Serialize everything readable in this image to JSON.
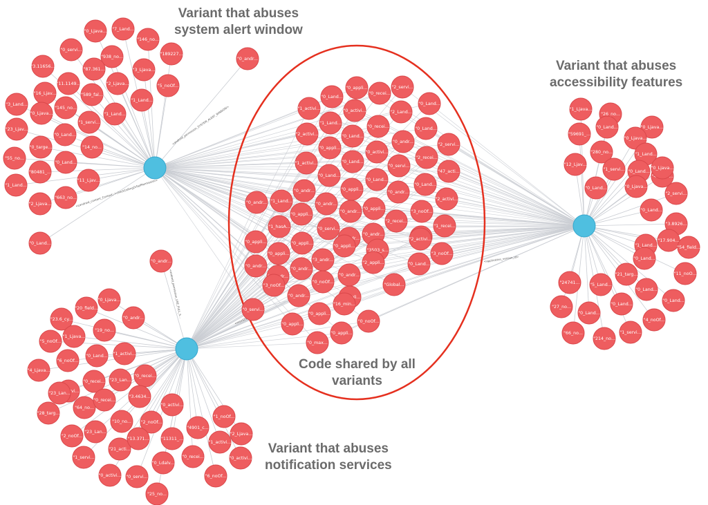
{
  "colors": {
    "node_fill": "#ee5d5f",
    "node_stroke": "#d9474a",
    "hub_fill": "#4fbfe0",
    "hub_stroke": "#36a6cc",
    "edge": "#c9ccd2",
    "highlight_ellipse": "#e5301f",
    "caption_text": "#6b6b6b"
  },
  "captions": {
    "system_alert": [
      "Variant that abuses",
      "system alert window"
    ],
    "accessibility": [
      "Variant that abuses",
      "accessibility features"
    ],
    "notification": [
      "Variant that abuses",
      "notification services"
    ],
    "shared": [
      "Code shared by all",
      "variants"
    ]
  },
  "edge_labels": {
    "system_alert_window": "<android_permission_SYSTEM_ALERT_WINDOW>",
    "can_draw_overlays": "<Landroid_content_Context;->checkCallingOrSelfPermission>",
    "use_full_screen": "<android_permission_USE_FULL_S...",
    "get_id": "<application_version_id>",
    "max_sdk": "<maxSDK>"
  },
  "clusters": {
    "system_alert": {
      "hub_label": "",
      "nodes": [
        "\"0_Ljava...",
        "\"7_Land...",
        "\"0_servi...",
        "\"146_no...",
        "\"3.11656...",
        "\"938_no...",
        "\"189227...",
        "\"87.361...",
        "\"3_Ljava...",
        "\"11.1149...",
        "\"2_Ljava...",
        "\"5_noOf...",
        "\"16_Ljav...",
        "\"589_fal...",
        "\"1_Land...",
        "\"3_Land...",
        "\"0_Ljava...",
        "\"145_no...",
        "\"1_Land...",
        "\"23_Ljav...",
        "\"1_servi...",
        "\"0_Land...",
        "\"0_targe...",
        "\"14_no...",
        "\"55_no...",
        "\"0_Land...",
        "\"80481_...",
        "\"11_Ljav...",
        "\"1_Land...",
        "\"663_no...",
        "\"2_Ljava...",
        "\"0_Land...",
        "\"0_andr..."
      ]
    },
    "shared": {
      "nodes": [
        "\"0_appli...",
        "\"0_Land...",
        "\"0_recei...",
        "\"2_servi...",
        "\"1_activi...",
        "\"0_activi...",
        "\"2_Land...",
        "\"0_Land...",
        "\"1_Land...",
        "\"0_recei...",
        "\"0_Land...",
        "\"2_activi...",
        "\"0_Land...",
        "\"0_andr...",
        "\"2_servi...",
        "\"1_activi...",
        "\"0_Land...",
        "\"0_activi...",
        "\"2_recei...",
        "\"0_appli...",
        "\"0_Land...",
        "\"0_servi...",
        "\"47_acti...",
        "\"0_andr...",
        "\"0_appli...",
        "\"0_Land...",
        "\"0_Land...",
        "\"1_Land...",
        "\"0_andr...",
        "\"0_appli...",
        "\"0_andr...",
        "\"2_activi...",
        "\"3_noOf...",
        "\"0_andr...",
        "\"0_appli...",
        "\"1_hasA...",
        "\"0_andr...",
        "\"0_servi...",
        "\"0_andr...",
        "\"3_noOf...",
        "\"0_appli...",
        "\"0_appli...",
        "\"0_andr...",
        "\"2_recei...",
        "\"1_recei...",
        "\"2_activi...",
        "\"0_andr...",
        "\"0_appli...",
        "\"3_andr...",
        "\"0_appli...",
        "\"3503_s...",
        "\"3_noOf...",
        "\"0_andr...",
        "\"0_andr...",
        "\"0_andr...",
        "\"2_appli...",
        "\"0_Land...",
        "\"3_noOf...",
        "\"0_noOf...",
        "\"Global...",
        "\"0_servi...",
        "\"0_andr...",
        "\"0_appli...",
        "\"16_min...",
        "\"0_appli...",
        "\"0_appli...",
        "\"0_appli...",
        "\"0_noOf...",
        "\"0_max..."
      ]
    },
    "accessibility": {
      "hub_label": "",
      "nodes": [
        "\"1_Ljava...",
        "\"26_no...",
        "\"0_Land...",
        "\"59691_...",
        "\"0_Ljava...",
        "\"0_Ljava...",
        "\"280_no...",
        "\"1_Land...",
        "\"12_Ljav...",
        "\"1_servi...",
        "\"0_Land...",
        "\"0_Ljava...",
        "\"48.718...",
        "\"0_Ljava...",
        "\"2_servi...",
        "\"0_Land...",
        "\"0_Land...",
        "\"3.8926...",
        "\"17.904...",
        "\"1_Land...",
        "\"54_field...",
        "\"0_Land...",
        "\"21_targ...",
        "\"11_noO...",
        "\"24741...",
        "\"5_Land...",
        "\"0_Land...",
        "\"27_no...",
        "\"0_Land...",
        "\"0_Land...",
        "\"0_Land...",
        "\"4_noOf...",
        "\"66_no...",
        "\"214_no...",
        "\"1_servi..."
      ]
    },
    "notification": {
      "hub_label": "",
      "nodes": [
        "\"0_andr...",
        "\"0_Ljava...",
        "\"20_field...",
        "\"23.6_cy...",
        "\"0_andr...",
        "\"19_no...",
        "\"1_Ljava...",
        "\"5_noOf...",
        "\"0_Land...",
        "\"1_activi...",
        "\"6_noOf...",
        "\"0_recei...",
        "\"4_Ljava...",
        "\"0_recei...",
        "\"1_servi...",
        "\"23_Lan...",
        "\"23_Lan...",
        "\"64_no...",
        "\"3.4634...",
        "\"0_recei...",
        "\"28_targ...",
        "\"23_Lan...",
        "\"10_no...",
        "\"0_activi...",
        "\"2_noOf...",
        "\"4901_c...",
        "\"1_noOf...",
        "\"2_noOf...",
        "\"21_acti...",
        "\"13.371...",
        "\"11311_...",
        "\"1_activi...",
        "\"2_Ljava...",
        "\"1_servi...",
        "\"0_Ldalv...",
        "\"0_recei...",
        "\"0_activi...",
        "\"0_activi...",
        "\"0_servi...",
        "\"6_noOf...",
        "\"25_no..."
      ]
    }
  }
}
